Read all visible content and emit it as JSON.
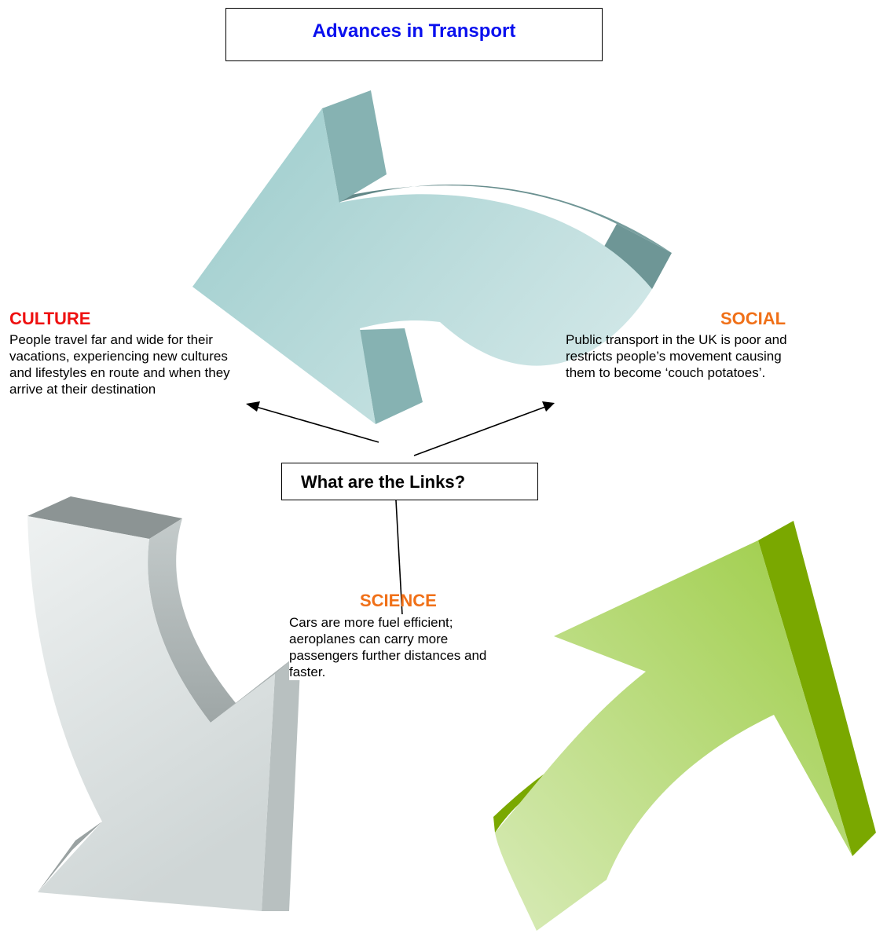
{
  "title": "Advances in Transport",
  "center_question": "What are the Links?",
  "culture": {
    "heading": "CULTURE",
    "text": "People travel far and wide for their vacations, experiencing new cultures and lifestyles en route and when they arrive at their destination"
  },
  "social": {
    "heading": "SOCIAL",
    "text": "Public transport in the UK is poor and restricts people’s movement causing them to become ‘couch potatoes’."
  },
  "science": {
    "heading": "SCIENCE",
    "text": "Cars are more fuel efficient; aeroplanes can carry more passengers further distances and faster."
  },
  "colors": {
    "title": "#0a10ee",
    "culture_heading": "#ee1111",
    "social_heading": "#f07018",
    "science_heading": "#f07018",
    "teal_arrow": "#a6d2d2",
    "gray_arrow": "#e2e6e6",
    "green_arrow": "#a8d04c"
  }
}
